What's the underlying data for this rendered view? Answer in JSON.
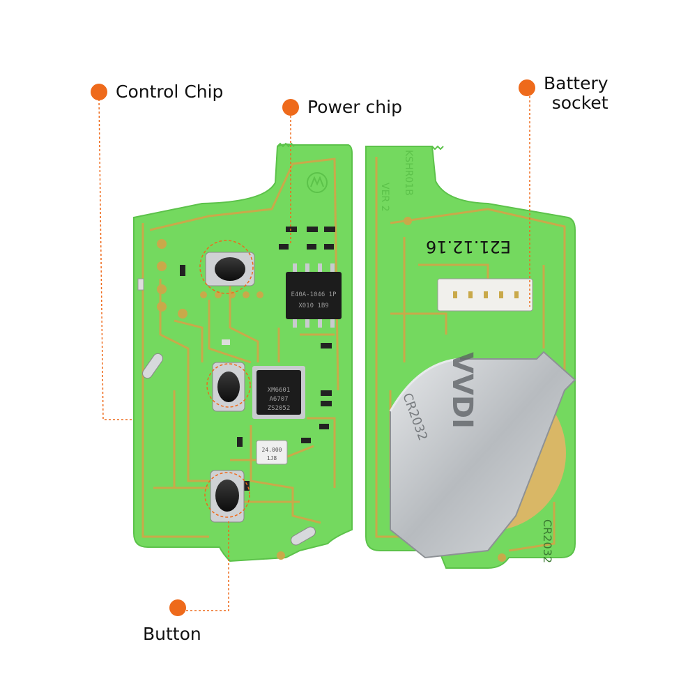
{
  "colors": {
    "accent": "#ee6a1b",
    "pcb": "#74d95f",
    "pcb_dark": "#5cc24a",
    "trace": "#c9a94a",
    "chip": "#1c1c1c",
    "metal": "#c6c9cd"
  },
  "callouts": {
    "control_chip": "Control Chip",
    "power_chip": "Power chip",
    "battery_line1": "Battery",
    "battery_line2": "socket",
    "button": "Button"
  },
  "board_markings": {
    "power_chip_line1": "E40A-1046 1P",
    "power_chip_line2": "X010 1B9",
    "control_chip_line1": "XM6601",
    "control_chip_line2": "A6707",
    "control_chip_line3": "ZS2052",
    "crystal_line1": "24.000",
    "crystal_line2": "1J8",
    "date_code": "E21.12.16",
    "ver": "VER 2",
    "model": "KSHR01B",
    "battery_brand": "VVDI",
    "battery_type": "CR2032",
    "battery_type_edge": "CR2032"
  },
  "icons": [
    "brand-logo-icon"
  ]
}
